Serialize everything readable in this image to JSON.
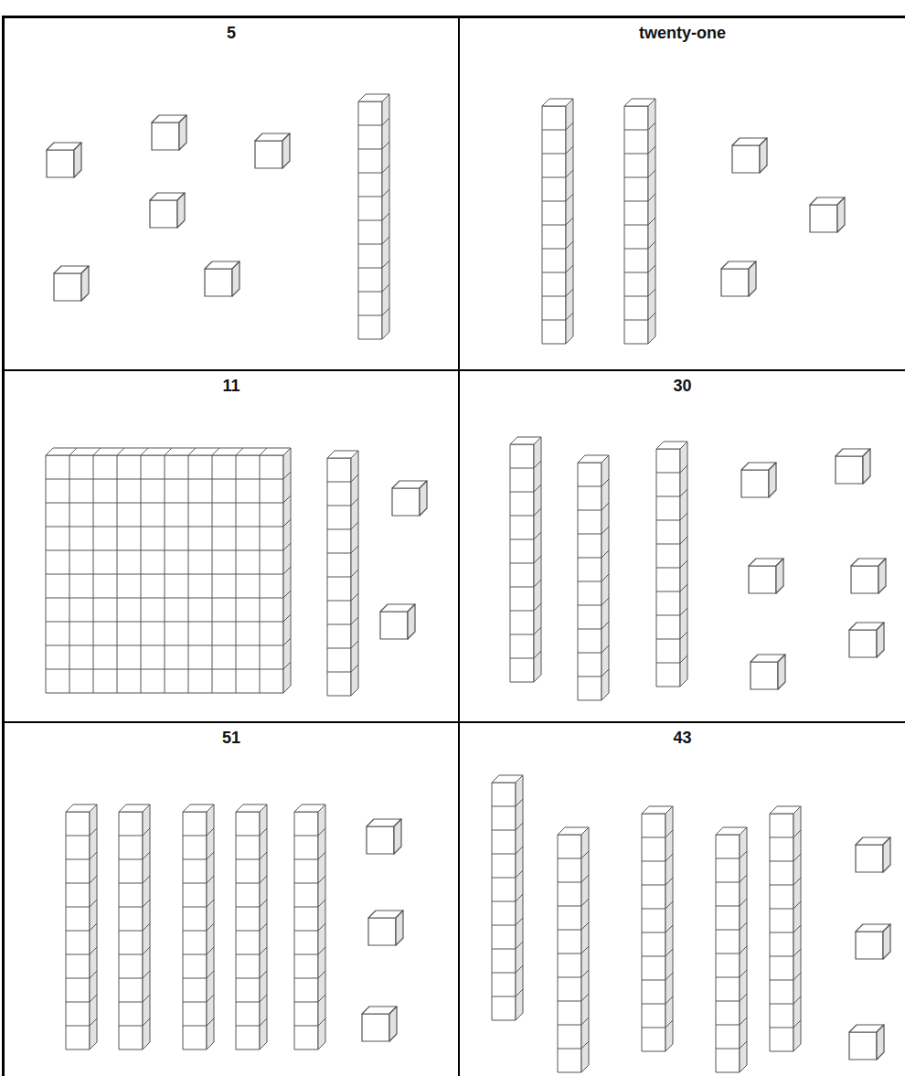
{
  "diagram": {
    "nodes": [
      {
        "text": [
          "5"
        ]
      },
      {
        "text": [
          "twenty-one"
        ]
      },
      {
        "text": [
          "11"
        ]
      },
      {
        "text": [
          "30"
        ]
      },
      {
        "text": [
          "51"
        ]
      },
      {
        "text": [
          "43"
        ]
      }
    ]
  }
}
